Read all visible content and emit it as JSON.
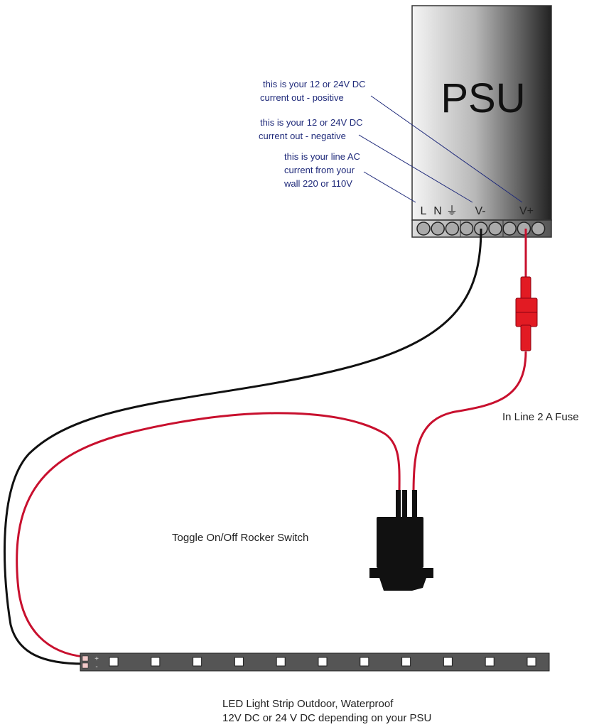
{
  "psu": {
    "title": "PSU",
    "terminals": [
      "L",
      "N",
      "⏚",
      "V-",
      "V+"
    ]
  },
  "notes": {
    "positive": [
      "this is your 12 or 24V DC",
      "current out - positive"
    ],
    "negative": [
      "this is your 12 or 24V DC",
      "current out - negative"
    ],
    "ac": [
      "this is your line AC",
      "current from your",
      "wall 220 or 110V"
    ]
  },
  "labels": {
    "fuse": "In Line 2 A Fuse",
    "switch": "Toggle On/Off Rocker Switch",
    "strip_line1": "LED Light Strip Outdoor, Waterproof",
    "strip_line2": "12V DC or 24 V DC depending on your PSU",
    "plus": "+",
    "minus": "-"
  },
  "colors": {
    "red_wire": "#c8102e",
    "black_wire": "#111111",
    "note_text": "#1f2a7a"
  }
}
